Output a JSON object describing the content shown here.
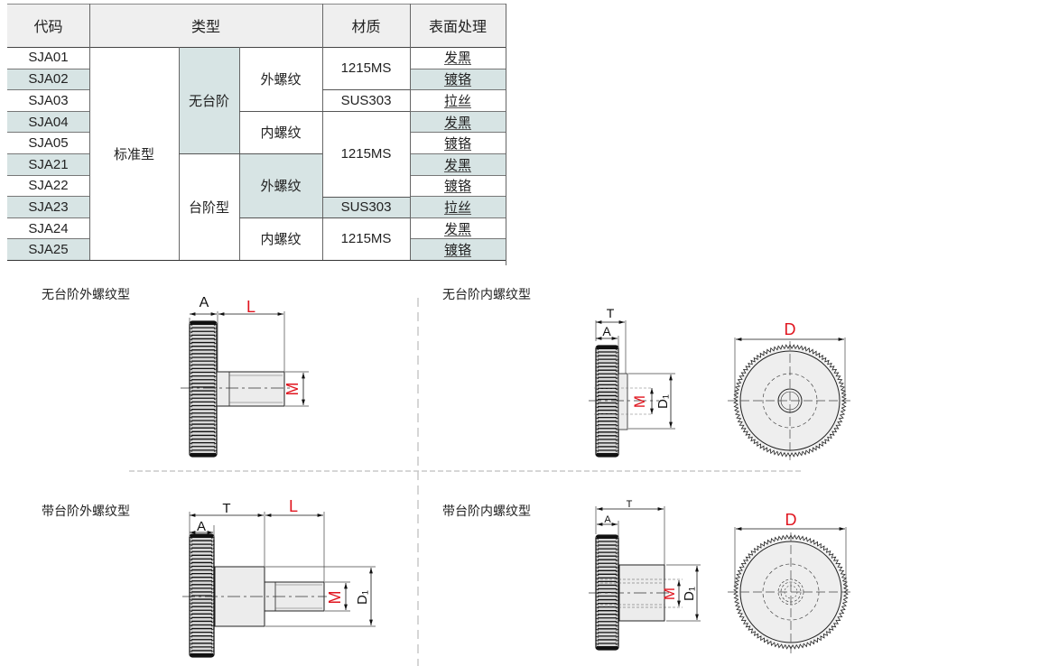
{
  "table": {
    "headers": {
      "code": "代码",
      "type": "类型",
      "material": "材质",
      "surface": "表面处理"
    },
    "codes": [
      "SJA01",
      "SJA02",
      "SJA03",
      "SJA04",
      "SJA05",
      "SJA21",
      "SJA22",
      "SJA23",
      "SJA24",
      "SJA25"
    ],
    "category": "标准型",
    "step_types": [
      {
        "label": "无台阶"
      },
      {
        "label": "台阶型"
      }
    ],
    "thread_types": [
      {
        "label": "外螺纹"
      },
      {
        "label": "内螺纹"
      },
      {
        "label": "外螺纹"
      },
      {
        "label": "内螺纹"
      }
    ],
    "materials": [
      {
        "label": "1215MS"
      },
      {
        "label": "SUS303"
      },
      {
        "label": "1215MS"
      },
      {
        "label": "SUS303"
      },
      {
        "label": "1215MS"
      }
    ],
    "surfaces": [
      "发黑",
      "镀铬",
      "拉丝",
      "发黑",
      "镀铬",
      "发黑",
      "镀铬",
      "拉丝",
      "发黑",
      "镀铬"
    ],
    "tint_color": "#d7e4e4",
    "header_color": "#efefef"
  },
  "drawings": {
    "no_step_external": {
      "caption": "无台阶外螺纹型",
      "dim_a": "A",
      "dim_l": "L",
      "dim_m": "M"
    },
    "no_step_internal": {
      "caption": "无台阶内螺纹型",
      "dim_t": "T",
      "dim_a": "A",
      "dim_m": "M",
      "dim_d1": "D₁",
      "dim_d": "D"
    },
    "step_external": {
      "caption": "带台阶外螺纹型",
      "dim_t": "T",
      "dim_a": "A",
      "dim_l": "L",
      "dim_m": "M",
      "dim_d1": "D₁"
    },
    "step_internal": {
      "caption": "带台阶内螺纹型",
      "dim_t": "T",
      "dim_a": "A",
      "dim_m": "M",
      "dim_d1": "D₁",
      "dim_d": "D"
    },
    "highlight_color": "#e0141e"
  }
}
